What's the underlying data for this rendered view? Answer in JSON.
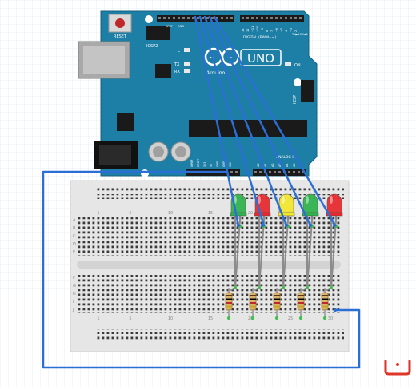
{
  "board": {
    "reset_label": "RESET",
    "icsp2_label": "ICSP2",
    "l_label": "L",
    "tx_label": "TX",
    "rx_label": "RX",
    "brand_label": "Arduino",
    "model_label": "UNO",
    "on_label": "ON",
    "icsp_label": "ICSP",
    "digital_label": "DIGITAL (PWM=~)",
    "analog_label": "ANALOG IN",
    "aref_label": "AREF",
    "gnd_label": "GND",
    "txd_label": "TX▶1",
    "rxd_label": "RX◀0",
    "header_pin_labels": [
      "13",
      "12",
      "~11",
      "~10",
      "~9",
      "8",
      "7",
      "~6",
      "~5",
      "4",
      "~3",
      "2"
    ],
    "power_pin_labels": [
      "IOREF",
      "RESET",
      "3V3",
      "5V",
      "GND",
      "GND",
      "VIN"
    ],
    "analog_pin_labels": [
      "A0",
      "A1",
      "A2",
      "A3",
      "A4",
      "A5"
    ]
  },
  "breadboard": {
    "row_letters": [
      "A",
      "B",
      "C",
      "D",
      "E",
      "F",
      "G",
      "H",
      "I",
      "J"
    ],
    "column_numbers": [
      "1",
      "5",
      "10",
      "15",
      "20",
      "25",
      "30"
    ]
  },
  "leds": [
    {
      "color": "#2db34a",
      "name": "green"
    },
    {
      "color": "#e8262b",
      "name": "red"
    },
    {
      "color": "#f3e72b",
      "name": "yellow"
    },
    {
      "color": "#2db34a",
      "name": "green"
    },
    {
      "color": "#e8262b",
      "name": "red"
    }
  ],
  "colors": {
    "board": "#1e7fa6",
    "wire": "#2b6fd6",
    "breadboard": "#e9e9e9"
  },
  "logo_icon": "fritzing-logo-icon"
}
